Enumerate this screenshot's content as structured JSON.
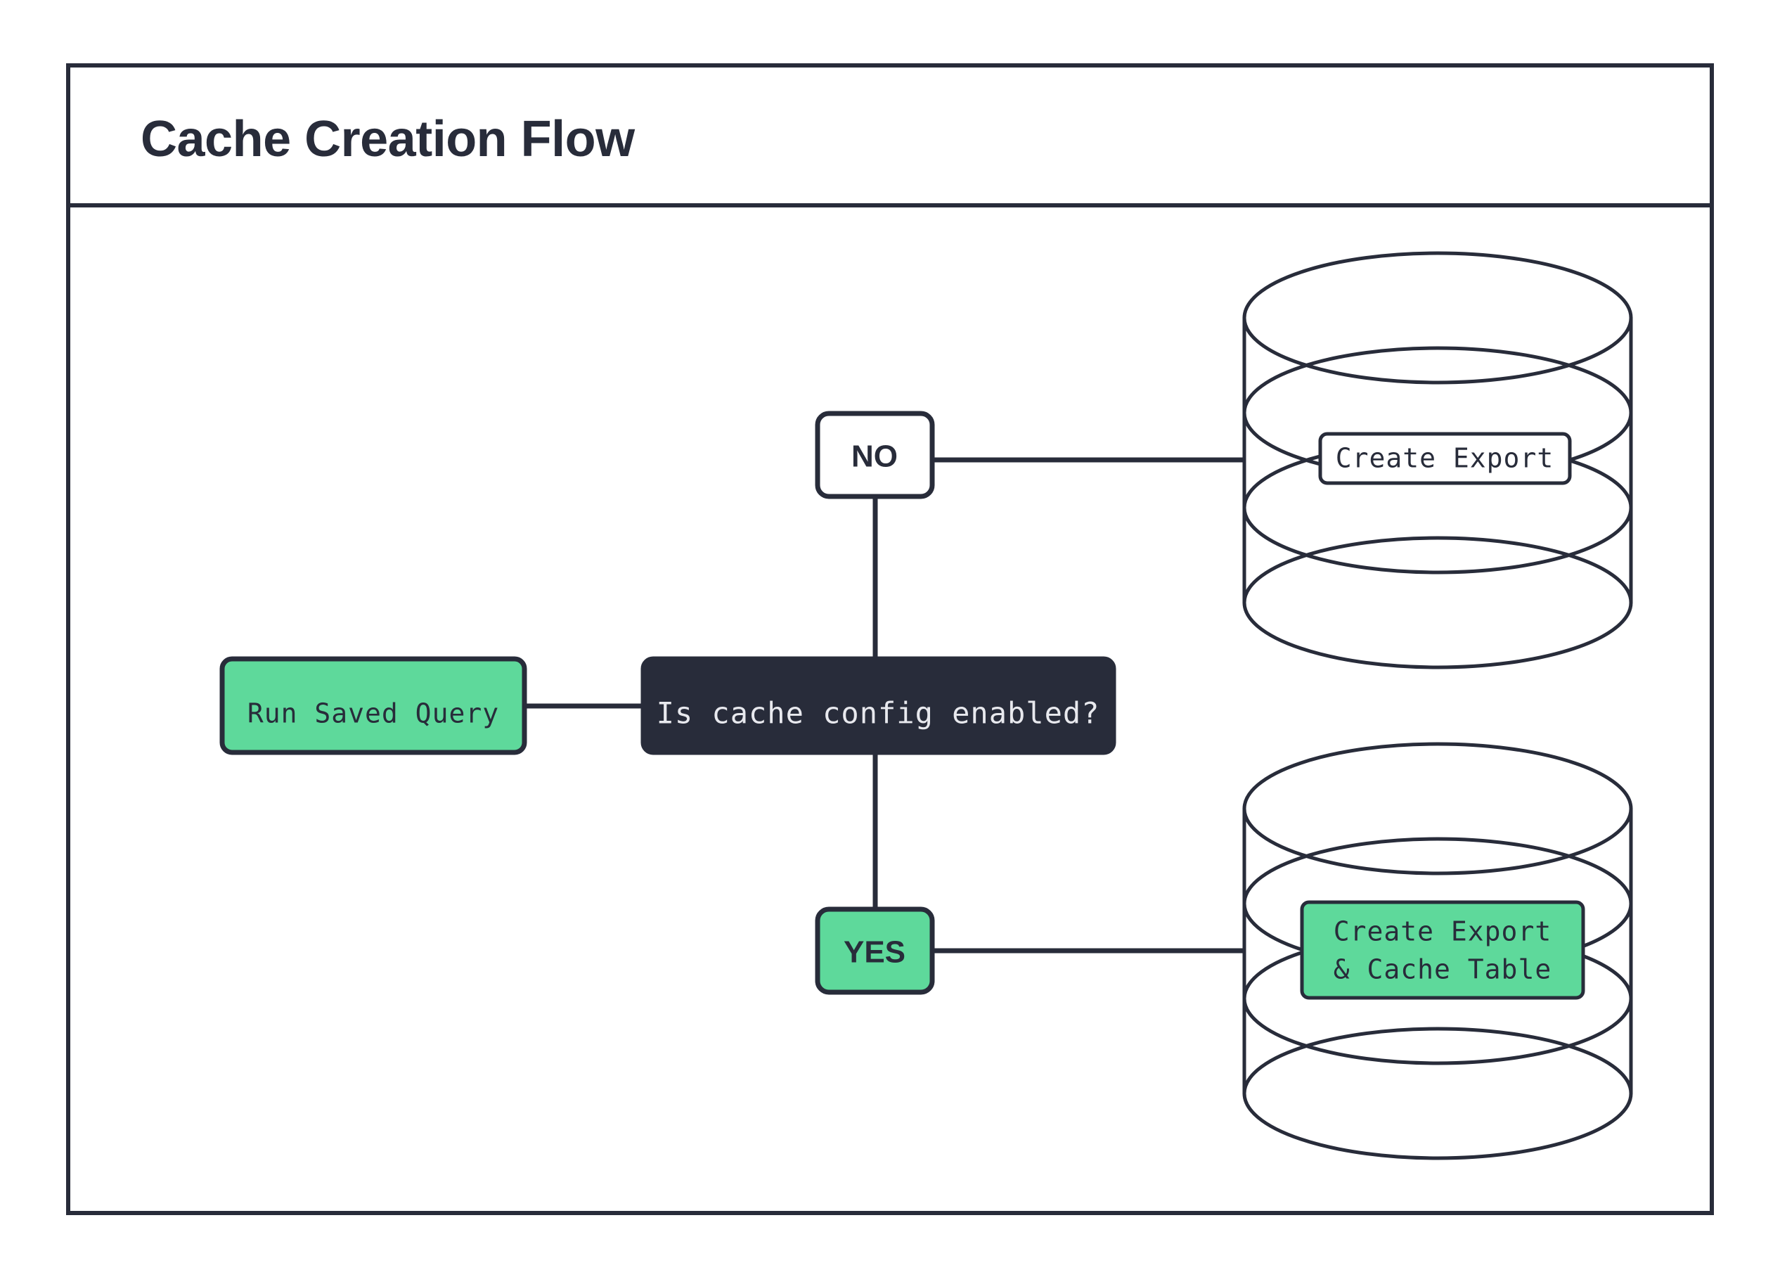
{
  "diagram": {
    "title": "Cache Creation Flow",
    "colors": {
      "ink": "#282c3a",
      "accent_green": "#5ed99b",
      "surface": "#ffffff",
      "on_dark_text": "#e8e9ee"
    },
    "nodes": {
      "start": {
        "label": "Run Saved Query",
        "kind": "process",
        "fill": "green"
      },
      "decision": {
        "label": "Is cache config enabled?",
        "kind": "decision",
        "fill": "dark"
      },
      "branch_no": {
        "label": "NO",
        "kind": "branch",
        "fill": "white"
      },
      "branch_yes": {
        "label": "YES",
        "kind": "branch",
        "fill": "green"
      },
      "database_top": {
        "label": "Create Export",
        "kind": "database",
        "fill": "white"
      },
      "database_bottom": {
        "label_line_1": "Create Export",
        "label_line_2": "& Cache Table",
        "kind": "database",
        "fill": "green"
      }
    },
    "edges": [
      {
        "from": "start",
        "to": "decision",
        "label": ""
      },
      {
        "from": "decision",
        "to": "branch_no",
        "label": ""
      },
      {
        "from": "decision",
        "to": "branch_yes",
        "label": ""
      },
      {
        "from": "branch_no",
        "to": "database_top",
        "label": ""
      },
      {
        "from": "branch_yes",
        "to": "database_bottom",
        "label": ""
      }
    ]
  }
}
